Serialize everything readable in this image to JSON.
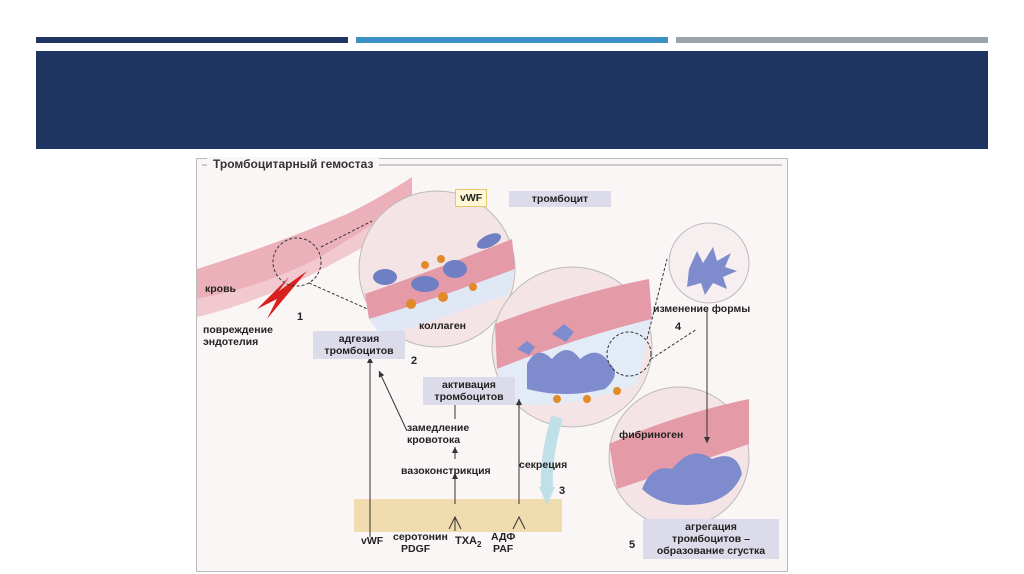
{
  "slide": {
    "colors": {
      "navy": "#1e3461",
      "blue": "#3b8fc5",
      "gray": "#9aa2ab"
    }
  },
  "figure": {
    "title": "Тромбоцитарный гемостаз",
    "labels": {
      "vwf_top": "vWF",
      "platelet": "тромбоцит",
      "blood": "кровь",
      "step1": "1",
      "endothelium_damage_1": "повреждение",
      "endothelium_damage_2": "эндотелия",
      "collagen": "коллаген",
      "adhesion_1": "адгезия",
      "adhesion_2": "тромбоцитов",
      "step2": "2",
      "activation_1": "активация",
      "activation_2": "тромбоцитов",
      "slowdown_1": "замедление",
      "slowdown_2": "кровотока",
      "vasoconstriction": "вазоконстрикция",
      "secretion": "секреция",
      "step3": "3",
      "shape_change": "изменение формы",
      "step4": "4",
      "fibrinogen": "фибриноген",
      "aggregation_1": "агрегация",
      "aggregation_2": "тромбоцитов –",
      "aggregation_3": "образование сгустка",
      "step5": "5",
      "vwf_bottom": "vWF",
      "serotonin": "серотонин",
      "pdgf": "PDGF",
      "txa": "TXA",
      "txa_sub": "2",
      "adp": "АДФ",
      "paf": "PAF"
    }
  }
}
